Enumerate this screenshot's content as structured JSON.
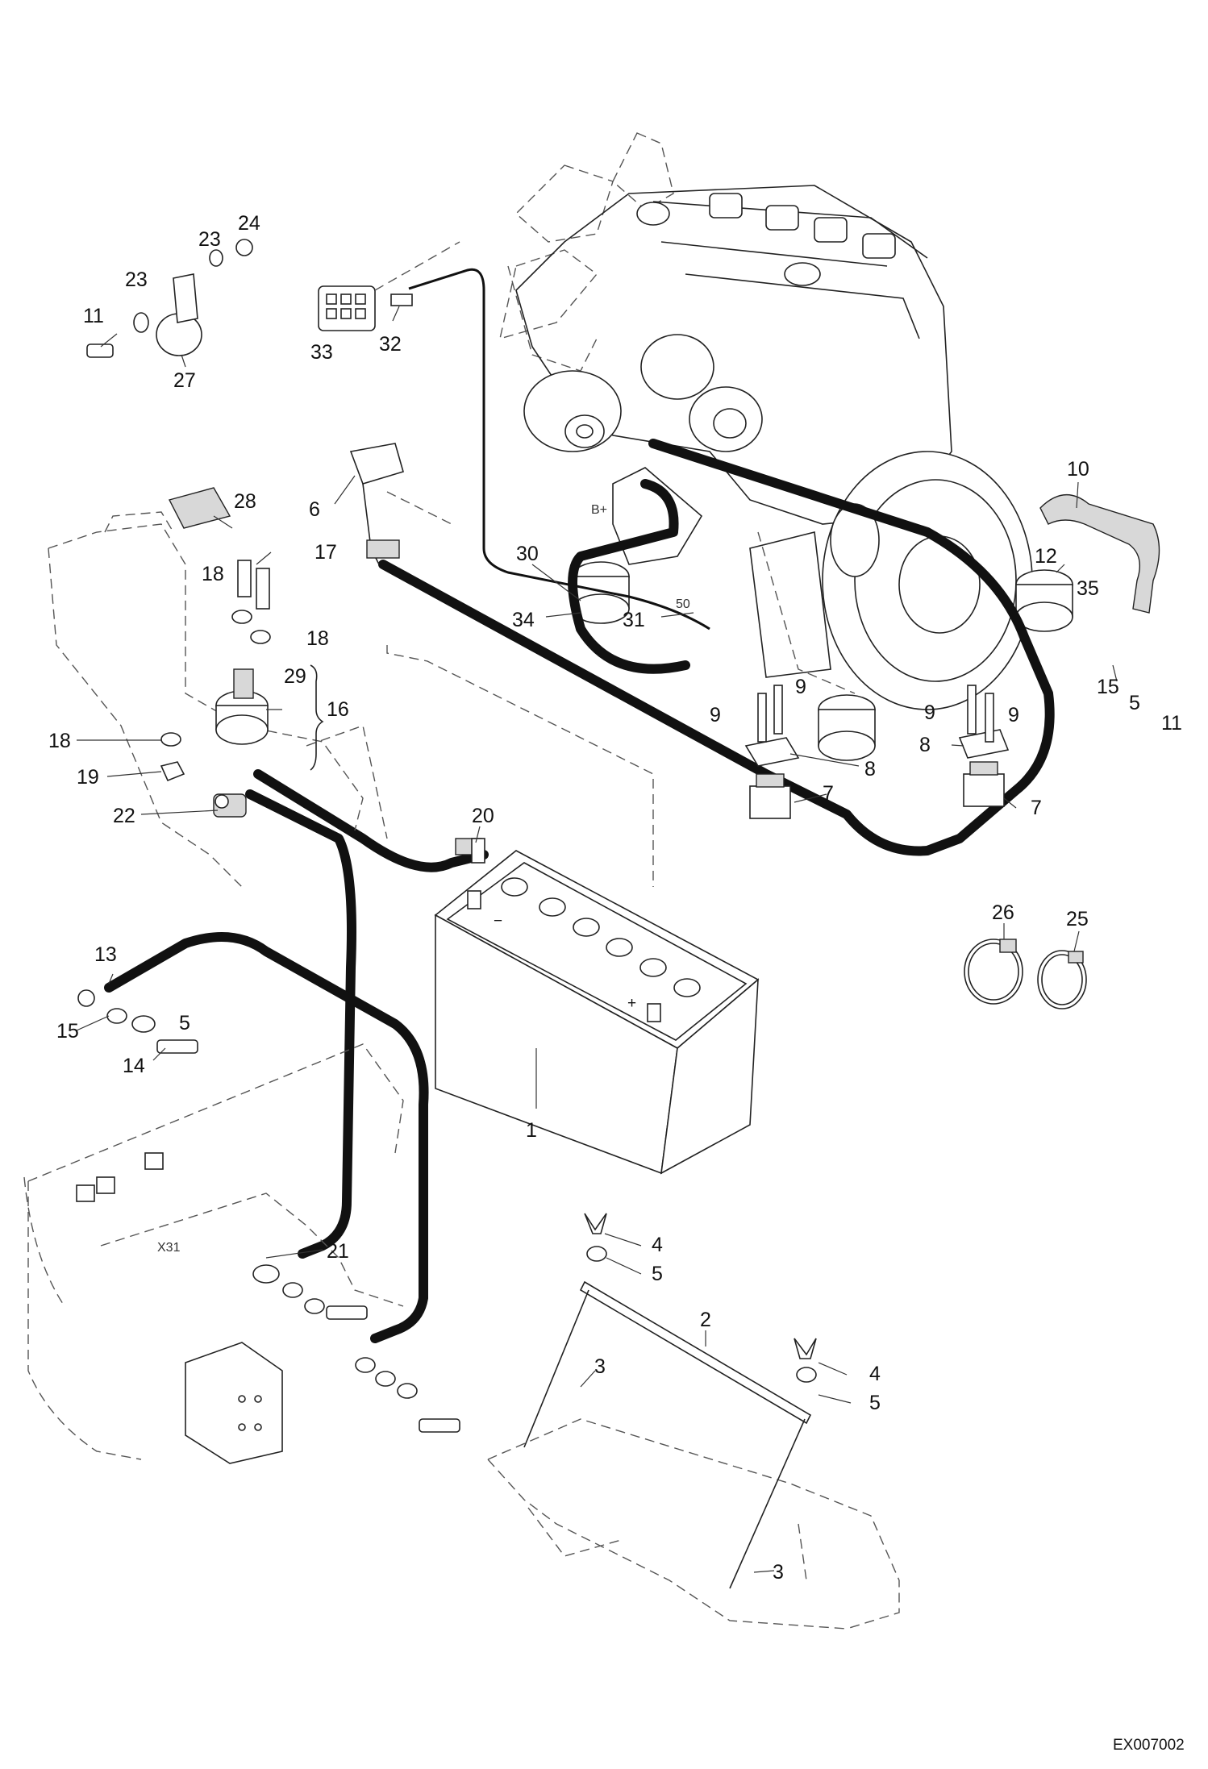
{
  "drawing_code": "EX007002",
  "labels": {
    "battery_plus": "B+",
    "engine_50": "50",
    "battery_minus": "−",
    "battery_plus_mark": "+",
    "terminal_x31": "X31"
  },
  "callouts": [
    {
      "id": "c1",
      "text": "1"
    },
    {
      "id": "c2",
      "text": "2"
    },
    {
      "id": "c3a",
      "text": "3"
    },
    {
      "id": "c3b",
      "text": "3"
    },
    {
      "id": "c4a",
      "text": "4"
    },
    {
      "id": "c4b",
      "text": "4"
    },
    {
      "id": "c5a",
      "text": "5"
    },
    {
      "id": "c5b",
      "text": "5"
    },
    {
      "id": "c5c",
      "text": "5"
    },
    {
      "id": "c5d",
      "text": "5"
    },
    {
      "id": "c6",
      "text": "6"
    },
    {
      "id": "c7a",
      "text": "7"
    },
    {
      "id": "c7b",
      "text": "7"
    },
    {
      "id": "c8a",
      "text": "8"
    },
    {
      "id": "c8b",
      "text": "8"
    },
    {
      "id": "c9a",
      "text": "9"
    },
    {
      "id": "c9b",
      "text": "9"
    },
    {
      "id": "c9c",
      "text": "9"
    },
    {
      "id": "c9d",
      "text": "9"
    },
    {
      "id": "c10",
      "text": "10"
    },
    {
      "id": "c11a",
      "text": "11"
    },
    {
      "id": "c11b",
      "text": "11"
    },
    {
      "id": "c12",
      "text": "12"
    },
    {
      "id": "c13",
      "text": "13"
    },
    {
      "id": "c14",
      "text": "14"
    },
    {
      "id": "c15a",
      "text": "15"
    },
    {
      "id": "c15b",
      "text": "15"
    },
    {
      "id": "c16",
      "text": "16"
    },
    {
      "id": "c17",
      "text": "17"
    },
    {
      "id": "c18a",
      "text": "18"
    },
    {
      "id": "c18b",
      "text": "18"
    },
    {
      "id": "c18c",
      "text": "18"
    },
    {
      "id": "c19",
      "text": "19"
    },
    {
      "id": "c20",
      "text": "20"
    },
    {
      "id": "c21",
      "text": "21"
    },
    {
      "id": "c22",
      "text": "22"
    },
    {
      "id": "c23a",
      "text": "23"
    },
    {
      "id": "c23b",
      "text": "23"
    },
    {
      "id": "c24",
      "text": "24"
    },
    {
      "id": "c25",
      "text": "25"
    },
    {
      "id": "c26",
      "text": "26"
    },
    {
      "id": "c27",
      "text": "27"
    },
    {
      "id": "c28",
      "text": "28"
    },
    {
      "id": "c29",
      "text": "29"
    },
    {
      "id": "c30",
      "text": "30"
    },
    {
      "id": "c31",
      "text": "31"
    },
    {
      "id": "c32",
      "text": "32"
    },
    {
      "id": "c33",
      "text": "33"
    },
    {
      "id": "c34",
      "text": "34"
    },
    {
      "id": "c35",
      "text": "35"
    }
  ]
}
